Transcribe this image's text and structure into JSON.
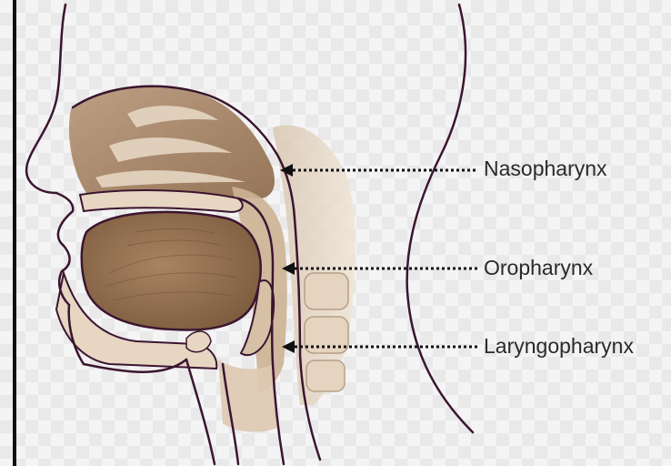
{
  "labels": {
    "nasopharynx": "Nasopharynx",
    "oropharynx": "Oropharynx",
    "laryngopharynx": "Laryngopharynx"
  },
  "colors": {
    "outline": "#3b1530",
    "tissue": "#c9ad8e",
    "tissue_dark": "#8e6a4a",
    "tissue_light": "#e6d6c2",
    "tongue": "#9a7656",
    "label_text": "#2a2a2a",
    "pointer": "#111111"
  }
}
